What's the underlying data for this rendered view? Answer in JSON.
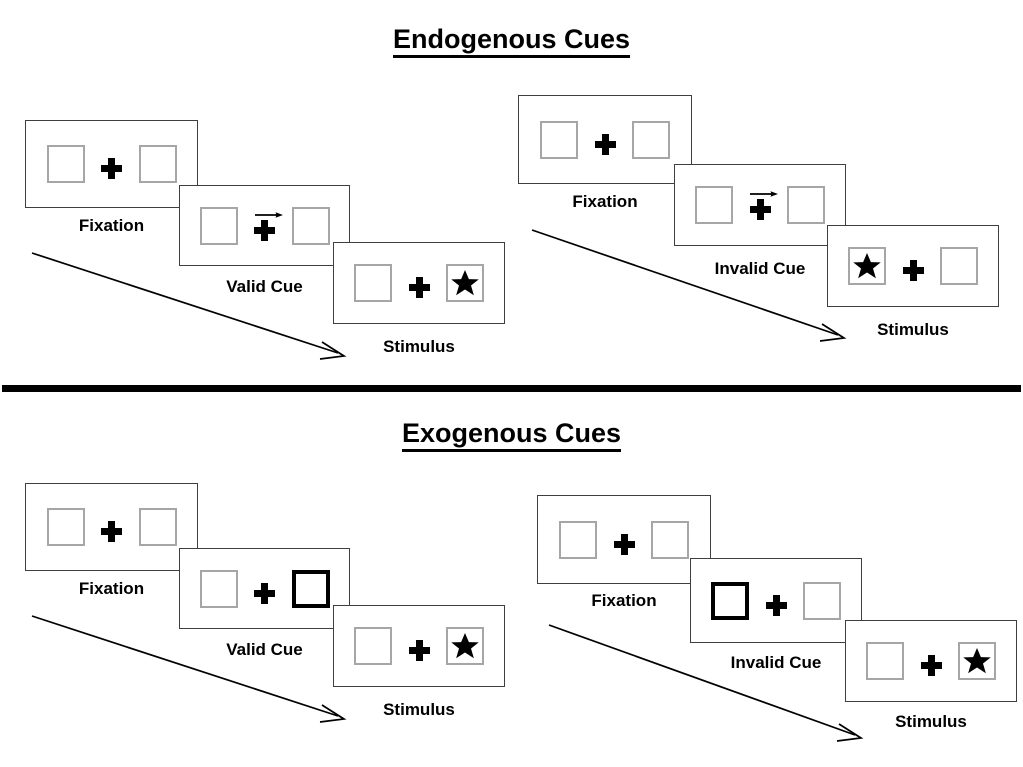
{
  "figure": {
    "title_top": "Endogenous Cues",
    "title_bottom": "Exogenous Cues"
  },
  "labels": {
    "fixation": "Fixation",
    "valid_cue": "Valid Cue",
    "invalid_cue": "Invalid Cue",
    "stimulus": "Stimulus"
  },
  "colors": {
    "ink": "#000000",
    "panel_border": "#3f3f3f",
    "box_border": "#a6a6a6",
    "cued_box_border": "#000000",
    "background": "#ffffff"
  },
  "sections": [
    {
      "id": "endogenous",
      "title": "Endogenous Cues",
      "cue_type": "central-arrow",
      "sequences": [
        {
          "id": "endogenous-valid",
          "condition": "Valid",
          "frames": [
            {
              "name": "Fixation",
              "label": "Fixation",
              "left_box": "empty",
              "right_box": "empty",
              "center": "plus",
              "arrow": "none"
            },
            {
              "name": "Valid Cue",
              "label": "Valid Cue",
              "left_box": "empty",
              "right_box": "empty",
              "center": "plus",
              "arrow": "right"
            },
            {
              "name": "Stimulus",
              "label": "Stimulus",
              "left_box": "empty",
              "right_box": "star",
              "center": "plus",
              "arrow": "none"
            }
          ]
        },
        {
          "id": "endogenous-invalid",
          "condition": "Invalid",
          "frames": [
            {
              "name": "Fixation",
              "label": "Fixation",
              "left_box": "empty",
              "right_box": "empty",
              "center": "plus",
              "arrow": "none"
            },
            {
              "name": "Invalid Cue",
              "label": "Invalid Cue",
              "left_box": "empty",
              "right_box": "empty",
              "center": "plus",
              "arrow": "right"
            },
            {
              "name": "Stimulus",
              "label": "Stimulus",
              "left_box": "star",
              "right_box": "empty",
              "center": "plus",
              "arrow": "none"
            }
          ]
        }
      ]
    },
    {
      "id": "exogenous",
      "title": "Exogenous Cues",
      "cue_type": "peripheral-box-flash",
      "sequences": [
        {
          "id": "exogenous-valid",
          "condition": "Valid",
          "frames": [
            {
              "name": "Fixation",
              "label": "Fixation",
              "left_box": "empty",
              "right_box": "empty",
              "center": "plus",
              "arrow": "none"
            },
            {
              "name": "Valid Cue",
              "label": "Valid Cue",
              "left_box": "empty",
              "right_box": "cued",
              "center": "plus",
              "arrow": "none"
            },
            {
              "name": "Stimulus",
              "label": "Stimulus",
              "left_box": "empty",
              "right_box": "star",
              "center": "plus",
              "arrow": "none"
            }
          ]
        },
        {
          "id": "exogenous-invalid",
          "condition": "Invalid",
          "frames": [
            {
              "name": "Fixation",
              "label": "Fixation",
              "left_box": "empty",
              "right_box": "empty",
              "center": "plus",
              "arrow": "none"
            },
            {
              "name": "Invalid Cue",
              "label": "Invalid Cue",
              "left_box": "cued",
              "right_box": "empty",
              "center": "plus",
              "arrow": "none"
            },
            {
              "name": "Stimulus",
              "label": "Stimulus",
              "left_box": "empty",
              "right_box": "star",
              "center": "plus",
              "arrow": "none"
            }
          ]
        }
      ]
    }
  ]
}
